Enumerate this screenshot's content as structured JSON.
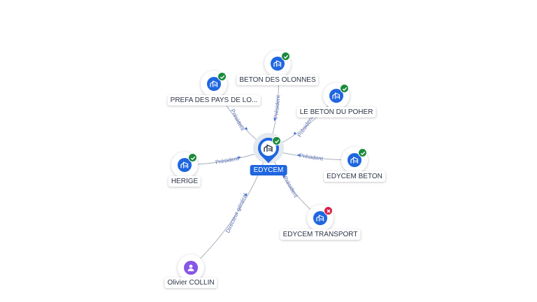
{
  "colors": {
    "company": "#1f66e0",
    "person": "#8755e8",
    "active": "#1b8a3c",
    "inactive": "#d8204a",
    "edge": "#a9b1bd",
    "edge_label": "#5a6fb4"
  },
  "center": {
    "name": "EDYCEM",
    "icon": "building-icon",
    "status": "active"
  },
  "nodes": [
    {
      "id": "beton-des-olonnes",
      "name": "BETON DES OLONNES",
      "type": "company",
      "status": "active"
    },
    {
      "id": "prefa",
      "name": "PREFA DES PAYS DE LO...",
      "type": "company",
      "status": "active"
    },
    {
      "id": "le-beton-du-poher",
      "name": "LE BETON DU POHER",
      "type": "company",
      "status": "active"
    },
    {
      "id": "herige",
      "name": "HERIGE",
      "type": "company",
      "status": "active"
    },
    {
      "id": "edycem-beton",
      "name": "EDYCEM BETON",
      "type": "company",
      "status": "active"
    },
    {
      "id": "edycem-transport",
      "name": "EDYCEM TRANSPORT",
      "type": "company",
      "status": "inactive"
    },
    {
      "id": "olivier-collin",
      "name": "Olivier COLLIN",
      "type": "person",
      "status": ""
    }
  ],
  "edges": [
    {
      "id": "beton-des-olonnes",
      "label": "Président"
    },
    {
      "id": "prefa",
      "label": "Président"
    },
    {
      "id": "le-beton-du-poher",
      "label": "Président"
    },
    {
      "id": "herige",
      "label": "Président"
    },
    {
      "id": "edycem-beton",
      "label": "Président"
    },
    {
      "id": "edycem-transport",
      "label": "Président"
    },
    {
      "id": "olivier-collin",
      "label": "Directeur général"
    }
  ]
}
